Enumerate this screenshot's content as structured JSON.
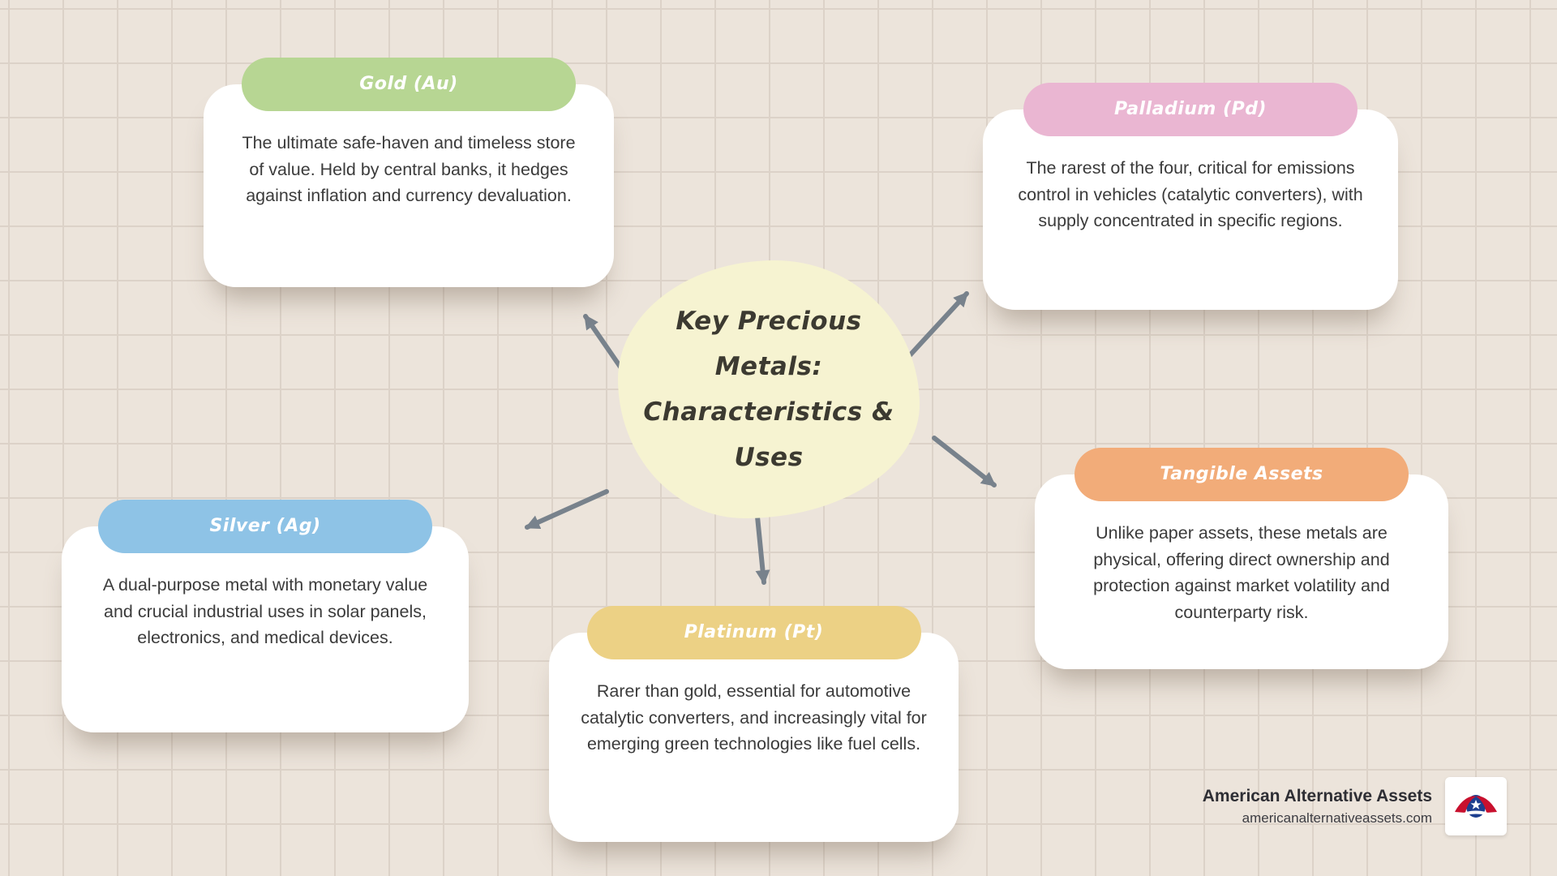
{
  "colors": {
    "background": "#ece4db",
    "grid_line": "#dcd2c8",
    "card": "#ffffff",
    "center_blob": "#f6f3d1",
    "arrow": "#78828c",
    "title_text": "#3c3a31",
    "body_text": "#3b3b3b"
  },
  "center": {
    "title_lines": [
      "Key Precious Metals:",
      "Characteristics &",
      "Uses"
    ]
  },
  "nodes": [
    {
      "id": "gold",
      "label": "Gold (Au)",
      "color": "#b7d693",
      "text": "The ultimate safe-haven and timeless store of value. Held by central banks, it hedges against inflation and currency devaluation."
    },
    {
      "id": "palladium",
      "label": "Palladium (Pd)",
      "color": "#eab6d2",
      "text": "The rarest of the four, critical for emissions control in vehicles (catalytic converters), with supply concentrated in specific regions."
    },
    {
      "id": "silver",
      "label": "Silver (Ag)",
      "color": "#8ec3e6",
      "text": "A dual-purpose metal with monetary value and crucial industrial uses in solar panels, electronics, and medical devices."
    },
    {
      "id": "platinum",
      "label": "Platinum (Pt)",
      "color": "#ecd185",
      "text": "Rarer than gold, essential for automotive catalytic converters, and increasingly vital for emerging green technologies like fuel cells."
    },
    {
      "id": "tangible",
      "label": "Tangible Assets",
      "color": "#f2ac79",
      "text": "Unlike paper assets, these metals are physical, offering direct ownership and protection against market volatility and counterparty risk."
    }
  ],
  "footer": {
    "brand": "American Alternative Assets",
    "website": "americanalternativeassets.com",
    "logo": "eagle-emblem"
  }
}
